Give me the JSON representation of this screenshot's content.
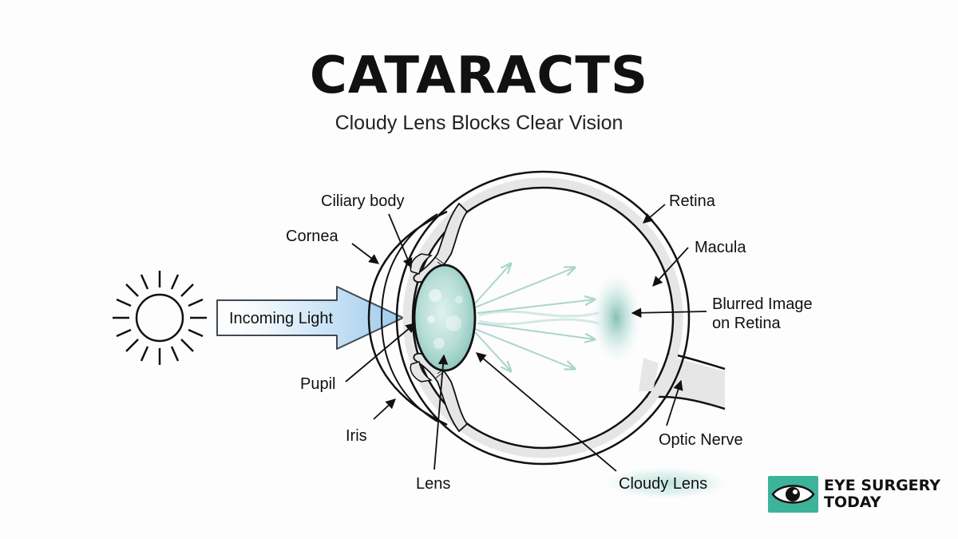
{
  "title": "CATARACTS",
  "subtitle": "Cloudy Lens Blocks Clear Vision",
  "labels": {
    "ciliary_body": "Ciliary body",
    "cornea": "Cornea",
    "incoming_light": "Incoming Light",
    "pupil": "Pupil",
    "iris": "Iris",
    "lens": "Lens",
    "cloudy_lens": "Cloudy Lens",
    "retina": "Retina",
    "macula": "Macula",
    "blurred_image_line1": "Blurred Image",
    "blurred_image_line2": "on Retina",
    "optic_nerve": "Optic Nerve"
  },
  "logo": {
    "line1": "EYE SURGERY",
    "line2": "TODAY",
    "icon": "eye-icon",
    "color": "#3db39a"
  },
  "colors": {
    "lens_fill": "#a8d5cf",
    "arrow_fill": "#b9daf2",
    "scatter_ray": "#9ccfc6",
    "sclera_fill": "#e6e6e6"
  }
}
